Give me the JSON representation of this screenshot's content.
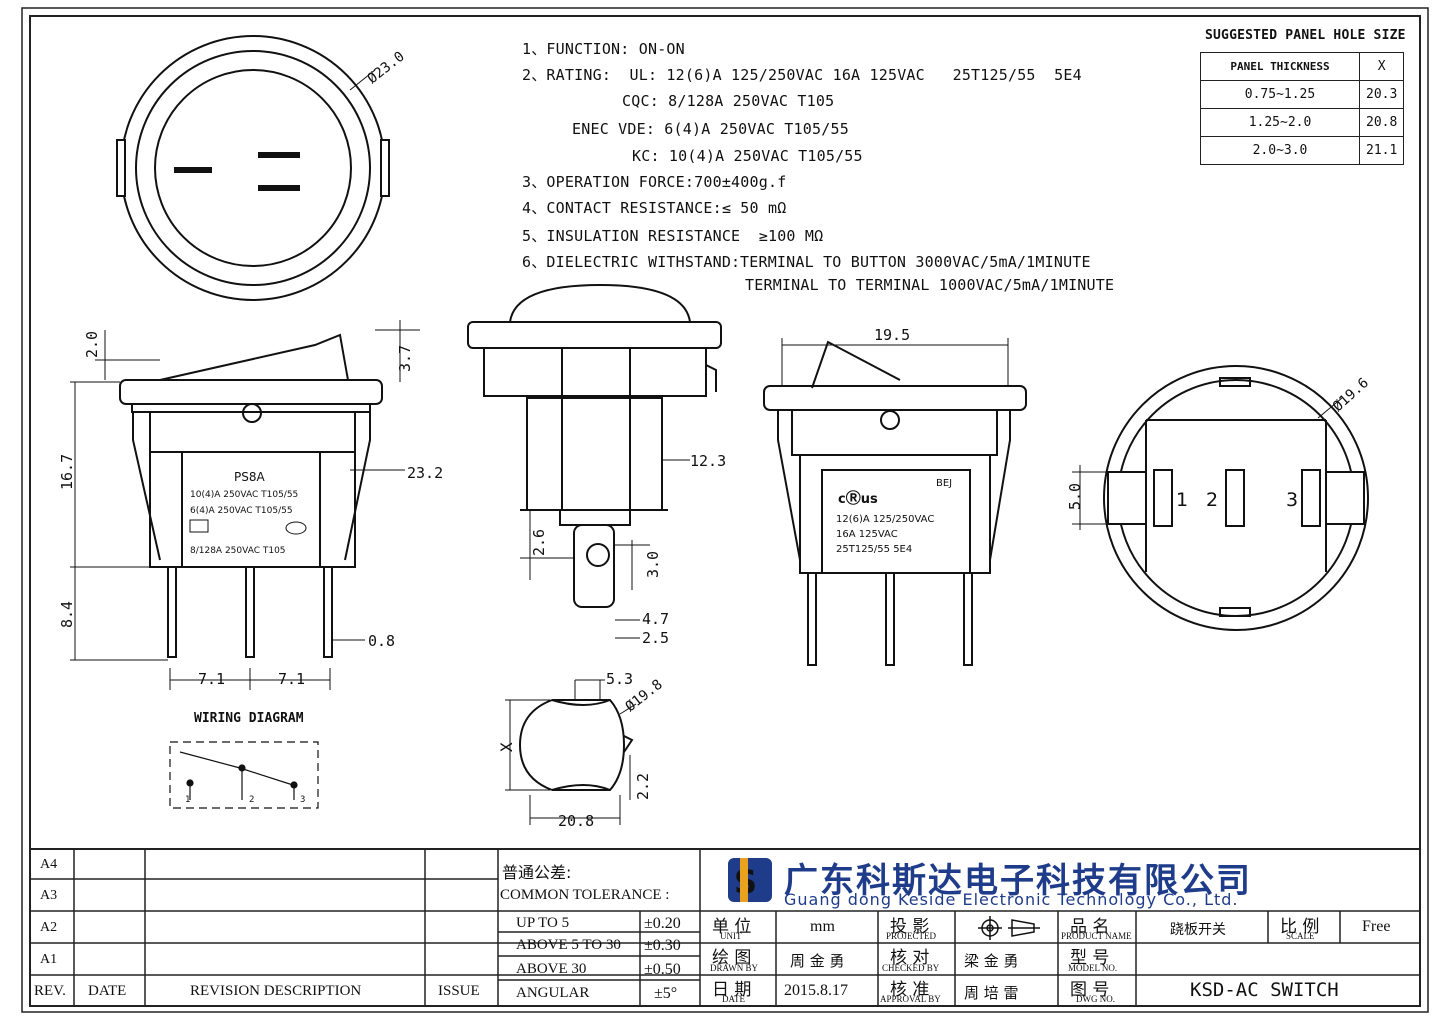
{
  "specs": {
    "function": "1、FUNCTION: ON-ON",
    "rating_ul": "2、RATING:  UL: 12(6)A 125/250VAC 16A 125VAC   25T125/55  5E4",
    "rating_cqc": "CQC: 8/128A 250VAC T105",
    "rating_enec": "ENEC VDE: 6(4)A 250VAC T105/55",
    "rating_kc": "KC: 10(4)A 250VAC T105/55",
    "operation_force": "3、OPERATION FORCE:700±400g.f",
    "contact_resistance": "4、CONTACT RESISTANCE:≤ 50 mΩ",
    "insulation_resistance": "5、INSULATION RESISTANCE  ≥100 MΩ",
    "dielectric_label": "6、DIELECTRIC WITHSTAND:",
    "dielectric_1": "TERMINAL TO BUTTON 3000VAC/5mA/1MINUTE",
    "dielectric_2": "TERMINAL TO TERMINAL 1000VAC/5mA/1MINUTE"
  },
  "panel_hole": {
    "title": "SUGGESTED PANEL HOLE SIZE",
    "header": [
      "PANEL THICKNESS",
      "X"
    ],
    "rows": [
      [
        "0.75~1.25",
        "20.3"
      ],
      [
        "1.25~2.0",
        "20.8"
      ],
      [
        "2.0~3.0",
        "21.1"
      ]
    ]
  },
  "dims": {
    "d23": "Ø23.0",
    "d2": "2.0",
    "d37": "3.7",
    "d167": "16.7",
    "d232": "23.2",
    "d84": "8.4",
    "d08": "0.8",
    "d71a": "7.1",
    "d71b": "7.1",
    "d123": "12.3",
    "d26": "2.6",
    "d30": "3.0",
    "d47": "4.7",
    "d25": "2.5",
    "d195": "19.5",
    "d196": "Ø19.6",
    "d50": "5.0",
    "d53": "5.3",
    "d198": "Ø19.8",
    "dx": "X",
    "d22": "2.2",
    "d208": "20.8"
  },
  "label_front": {
    "model": "PS8A",
    "l1": "10(4)A 250VAC   T105/55",
    "l2": "6(4)A 250VAC     T105/55",
    "l3": "8/128A 250VAC  T105"
  },
  "label_side": {
    "bej": "BEJ",
    "l1": "12(6)A  125/250VAC",
    "l2": "16A  125VAC",
    "l3": "25T125/55  5E4"
  },
  "terminals": [
    "1",
    "2",
    "3"
  ],
  "wiring": {
    "title": "WIRING DIAGRAM",
    "t": [
      "1",
      "2",
      "3"
    ]
  },
  "title_block": {
    "revs": [
      "A4",
      "A3",
      "A2",
      "A1"
    ],
    "rev_header": [
      "REV.",
      "DATE",
      "REVISION DESCRIPTION",
      "ISSUE"
    ],
    "tol_cn": "普通公差:",
    "tol_en": "COMMON TOLERANCE :",
    "tolerances": [
      [
        "UP TO 5",
        "±0.20"
      ],
      [
        "ABOVE 5 TO 30",
        "±0.30"
      ],
      [
        "ABOVE 30",
        "±0.50"
      ],
      [
        "ANGULAR",
        "±5°"
      ]
    ],
    "company_cn": "广东科斯达电子科技有限公司",
    "company_en": "Guang dong Keside  Electronic Technology Co., Ltd.",
    "unit_cn": "单 位",
    "unit_en": "UNIT",
    "unit_val": "mm",
    "proj_cn": "投 影",
    "proj_en": "PROJECTED",
    "pname_cn": "品 名",
    "pname_en": "PRODUCT NAME",
    "pname_val": "跷板开关",
    "scale_cn": "比 例",
    "scale_en": "SCALE",
    "scale_val": "Free",
    "drawn_cn": "绘 图",
    "drawn_en": "DRAWN BY",
    "drawn_val": "周 金 勇",
    "check_cn": "核 对",
    "check_en": "CHECKED BY",
    "check_val": "梁 金 勇",
    "model_cn": "型 号",
    "model_en": "MODEL NO.",
    "date_cn": "日 期",
    "date_en": "DATE",
    "date_val": "2015.8.17",
    "appr_cn": "核 准",
    "appr_en": "APPROVAL BY",
    "appr_val": "周 培 雷",
    "dwg_cn": "图 号",
    "dwg_en": "DWG NO.",
    "dwg_val": "KSD-AC SWITCH"
  }
}
